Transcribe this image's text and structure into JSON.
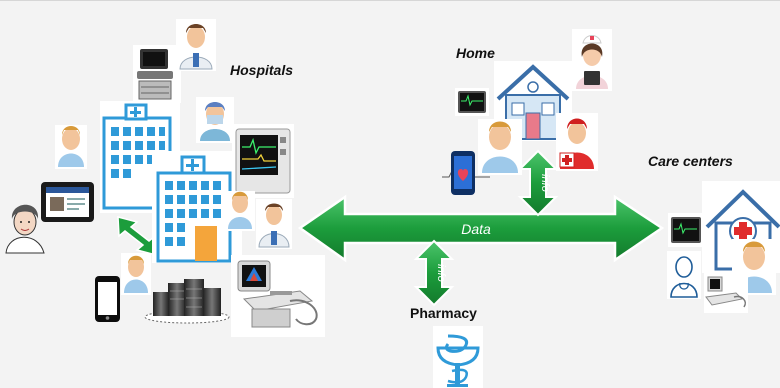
{
  "labels": {
    "hospitals": "Hospitals",
    "home": "Home",
    "care_centers": "Care centers",
    "pharmacy": "Pharmacy"
  },
  "arrows": {
    "data": "Data",
    "info_home": "info",
    "info_pharmacy": "info"
  },
  "colors": {
    "arrow_green": "#1c9d3c",
    "arrow_stroke": "#ffffff",
    "building_blue": "#2f9ad8",
    "background": "#f3f3f3"
  },
  "icons": [
    "ultrasound-machine-icon",
    "doctor-icon",
    "hospital-building-icon",
    "patient-icon",
    "surgeon-icon",
    "vital-signs-monitor-icon",
    "tablet-icon",
    "elderly-woman-icon",
    "smartphone-icon",
    "server-cloud-icon",
    "portable-ultrasound-icon",
    "house-icon",
    "nurse-icon",
    "paramedic-icon",
    "heart-app-phone-icon",
    "clinic-building-icon",
    "pharmacy-logo-icon"
  ]
}
